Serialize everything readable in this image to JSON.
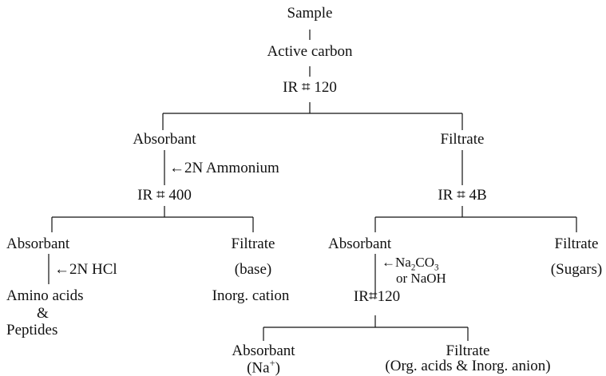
{
  "diagram": {
    "sample": "Sample",
    "active_carbon": "Active carbon",
    "ir_120_top": "IR ⌗ 120",
    "absorbant_left": "Absorbant",
    "arrow_ammonium": "←2N Ammonium",
    "ir_400": "IR ⌗ 400",
    "filtrate_right": "Filtrate",
    "ir_4b": "IR ⌗ 4B",
    "absorbant_ll": "Absorbant",
    "arrow_hcl": "←2N HCl",
    "amino_acids": "Amino acids",
    "ampersand": "&",
    "peptides": "Peptides",
    "filtrate_base": "Filtrate",
    "base_label": "(base)",
    "inorg_cation": "Inorg. cation",
    "absorbant_rl": "Absorbant",
    "arrow_na2co3_prefix": "←Na",
    "arrow_na2co3_sub1": "2",
    "arrow_na2co3_mid": "CO",
    "arrow_na2co3_sub2": "3",
    "or_naoh": "or NaOH",
    "ir_120_bottom": "IR⌗120",
    "filtrate_sugars": "Filtrate",
    "sugars_label": "(Sugars)",
    "absorbant_bottom": "Absorbant",
    "na_prefix": "(Na",
    "na_sup": "+",
    "na_suffix": ")",
    "filtrate_bottom": "Filtrate",
    "org_acids": "(Org. acids & Inorg. anion)"
  }
}
